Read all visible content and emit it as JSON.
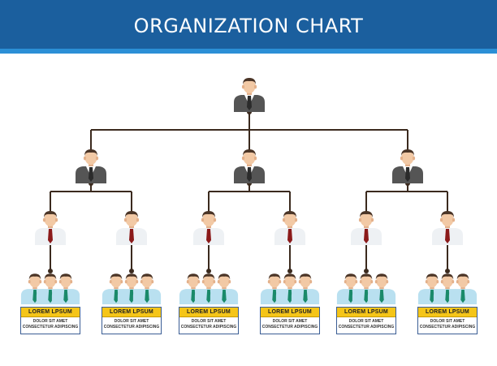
{
  "header": {
    "title": "ORGANIZATION CHART"
  },
  "cards": [
    {
      "title": "LOREM LPSUM",
      "line1": "DOLOR SIT AMET",
      "line2": "CONSECTETUR ADIPISCING"
    },
    {
      "title": "LOREM LPSUM",
      "line1": "DOLOR SIT AMET",
      "line2": "CONSECTETUR ADIPISCING"
    },
    {
      "title": "LOREM LPSUM",
      "line1": "DOLOR SIT AMET",
      "line2": "CONSECTETUR ADIPISCING"
    },
    {
      "title": "LOREM LPSUM",
      "line1": "DOLOR SIT AMET",
      "line2": "CONSECTETUR ADIPISCING"
    },
    {
      "title": "LOREM LPSUM",
      "line1": "DOLOR SIT AMET",
      "line2": "CONSECTETUR ADIPISCING"
    },
    {
      "title": "LOREM LPSUM",
      "line1": "DOLOR SIT AMET",
      "line2": "CONSECTETUR ADIPISCING"
    }
  ],
  "colors": {
    "header": "#1b5f9e",
    "header_stripe": "#2b8fd6",
    "connector": "#3b2a1e",
    "executive_suit": "#555555",
    "manager_shirt": "#eef1f4",
    "manager_tie": "#8b1a1a",
    "staff_shirt": "#b9e0f0",
    "staff_tie": "#1a8a6a",
    "card_label": "#f5c518",
    "card_border": "#3a5d94"
  },
  "icons": {
    "executive": "executive-person-icon",
    "manager": "manager-person-icon",
    "staff": "team-group-icon"
  }
}
